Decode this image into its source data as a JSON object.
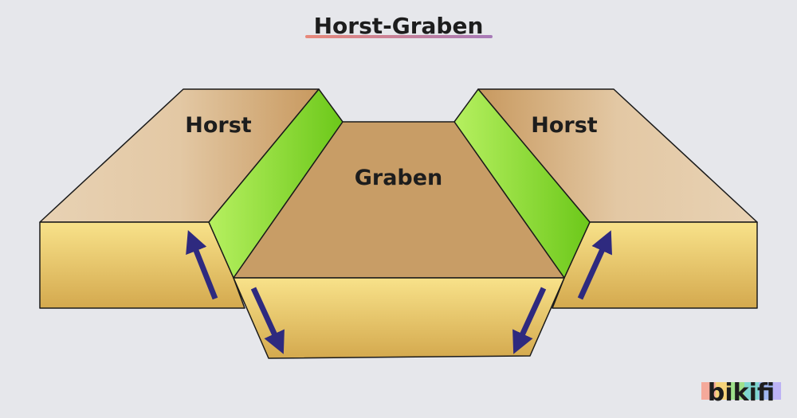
{
  "title": "Horst-Graben",
  "labels": {
    "horst_left": "Horst",
    "horst_right": "Horst",
    "graben": "Graben"
  },
  "logo": "bikifi",
  "colors": {
    "background": "#e6e7eb",
    "fault_face": "#8fdc2c",
    "graben_top": "#c89d66",
    "front": "#f2d676",
    "arrow": "#2e2a7f"
  }
}
